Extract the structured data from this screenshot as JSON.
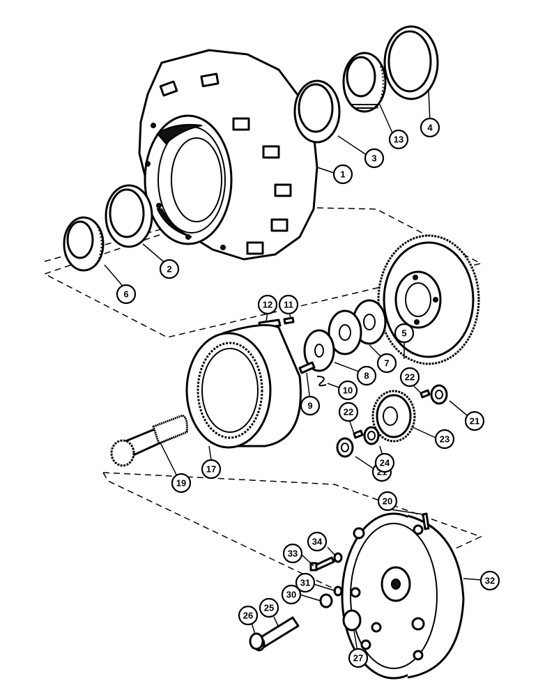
{
  "callouts": [
    {
      "id": "c1",
      "label": "1"
    },
    {
      "id": "c2",
      "label": "2"
    },
    {
      "id": "c3",
      "label": "3"
    },
    {
      "id": "c4",
      "label": "4"
    },
    {
      "id": "c5",
      "label": "5"
    },
    {
      "id": "c6",
      "label": "6"
    },
    {
      "id": "c7",
      "label": "7"
    },
    {
      "id": "c8",
      "label": "8"
    },
    {
      "id": "c9",
      "label": "9"
    },
    {
      "id": "c10",
      "label": "10"
    },
    {
      "id": "c11",
      "label": "11"
    },
    {
      "id": "c12",
      "label": "12"
    },
    {
      "id": "c13",
      "label": "13"
    },
    {
      "id": "c17",
      "label": "17"
    },
    {
      "id": "c19",
      "label": "19"
    },
    {
      "id": "c20",
      "label": "20"
    },
    {
      "id": "c21a",
      "label": "21"
    },
    {
      "id": "c21b",
      "label": "21"
    },
    {
      "id": "c22a",
      "label": "22"
    },
    {
      "id": "c22b",
      "label": "22"
    },
    {
      "id": "c23",
      "label": "23"
    },
    {
      "id": "c24",
      "label": "24"
    },
    {
      "id": "c25",
      "label": "25"
    },
    {
      "id": "c26",
      "label": "26"
    },
    {
      "id": "c27",
      "label": "27"
    },
    {
      "id": "c30",
      "label": "30"
    },
    {
      "id": "c31",
      "label": "31"
    },
    {
      "id": "c32",
      "label": "32"
    },
    {
      "id": "c33",
      "label": "33"
    },
    {
      "id": "c34",
      "label": "34"
    }
  ]
}
